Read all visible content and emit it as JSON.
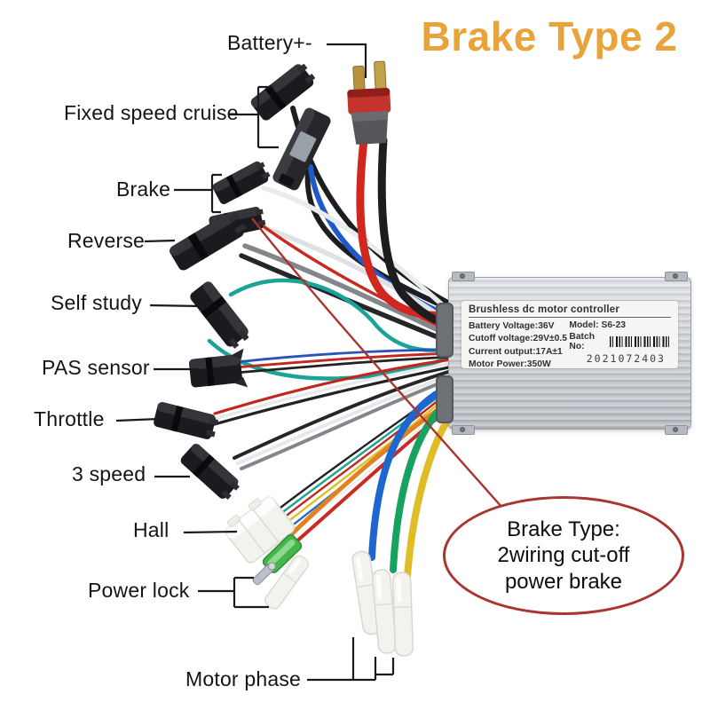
{
  "title": "Brake Type 2",
  "labels": [
    {
      "id": "battery",
      "text": "Battery+-"
    },
    {
      "id": "fixed-speed-cruise",
      "text": "Fixed speed cruise"
    },
    {
      "id": "brake",
      "text": "Brake"
    },
    {
      "id": "reverse",
      "text": "Reverse"
    },
    {
      "id": "self-study",
      "text": "Self study"
    },
    {
      "id": "pas-sensor",
      "text": "PAS sensor"
    },
    {
      "id": "throttle",
      "text": "Throttle"
    },
    {
      "id": "three-speed",
      "text": "3 speed"
    },
    {
      "id": "hall",
      "text": "Hall"
    },
    {
      "id": "power-lock",
      "text": "Power lock"
    },
    {
      "id": "motor-phase",
      "text": "Motor phase"
    }
  ],
  "controller_label": {
    "title": "Brushless dc motor controller",
    "specs": [
      "Battery Voltage:36V",
      "Cutoff voltage:29V±0.5",
      "Current output:17A±1",
      "Motor Power:350W"
    ],
    "model_label": "Model:",
    "model_value": "S6-23",
    "batch_label": "Batch No:",
    "batch_number": "2021072403"
  },
  "callout": {
    "lines": [
      "Brake Type:",
      "2wiring cut-off",
      "power brake"
    ]
  },
  "colors": {
    "title_orange": "#e8a33a",
    "callout_red": "#a93531",
    "leader_black": "#1a1a1a",
    "wire_red": "#d0271f",
    "wire_black": "#1d1d1f",
    "wire_blue": "#2059c8",
    "wire_white": "#e9ebed",
    "wire_grey": "#83878c",
    "wire_teal": "#1aa396",
    "wire_orange": "#e0821e",
    "phase_blue": "#1f66cf",
    "phase_green": "#17a35f",
    "phase_yellow": "#dfbd27",
    "box_silver": "#c9ccd1",
    "label_bg": "#f5f6f3"
  }
}
